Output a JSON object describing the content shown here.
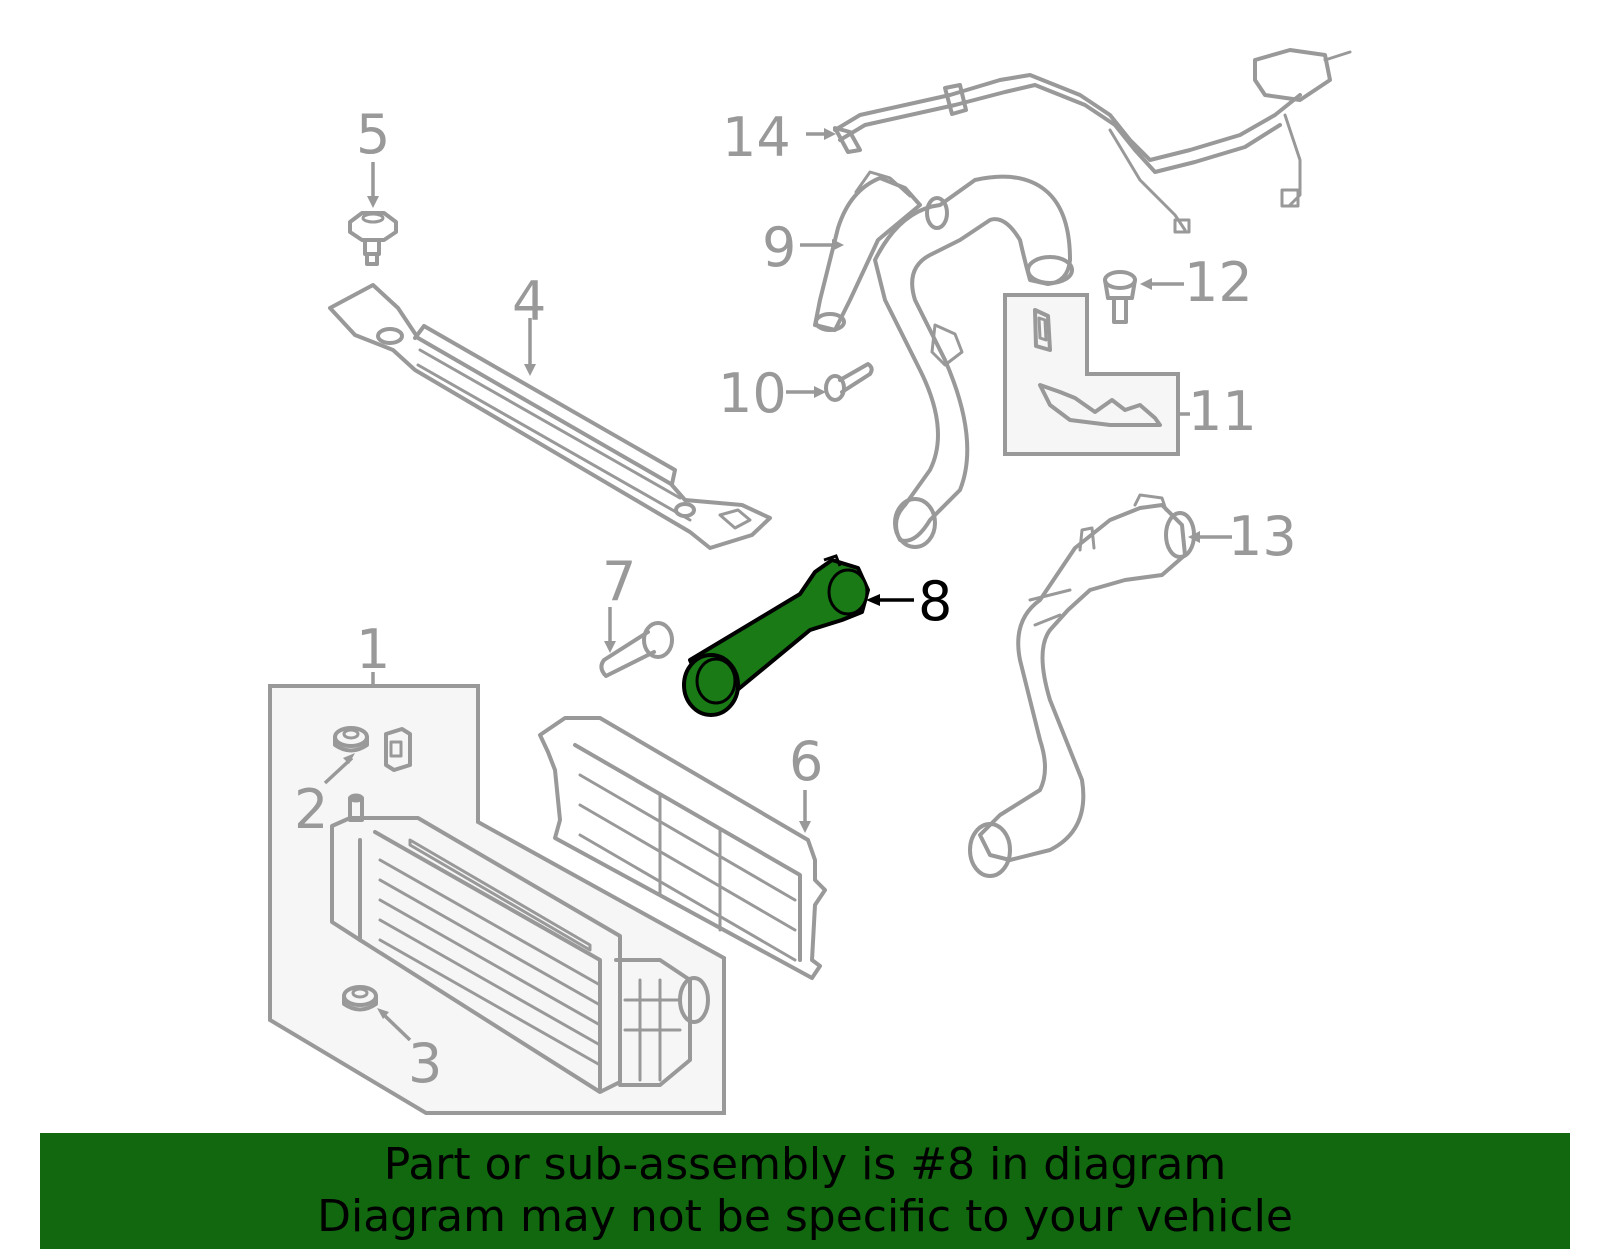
{
  "diagram": {
    "highlight_color": "#197a16",
    "line_color": "#999999",
    "highlighted_part": "8",
    "callouts": [
      {
        "id": "1",
        "label": "1"
      },
      {
        "id": "2",
        "label": "2"
      },
      {
        "id": "3",
        "label": "3"
      },
      {
        "id": "4",
        "label": "4"
      },
      {
        "id": "5",
        "label": "5"
      },
      {
        "id": "6",
        "label": "6"
      },
      {
        "id": "7",
        "label": "7"
      },
      {
        "id": "8",
        "label": "8"
      },
      {
        "id": "9",
        "label": "9"
      },
      {
        "id": "10",
        "label": "10"
      },
      {
        "id": "11",
        "label": "11"
      },
      {
        "id": "12",
        "label": "12"
      },
      {
        "id": "13",
        "label": "13"
      },
      {
        "id": "14",
        "label": "14"
      }
    ]
  },
  "banner": {
    "background_color": "#11680f",
    "line1": "Part or sub-assembly is #8 in diagram",
    "line2": "Diagram may not be specific to your vehicle"
  }
}
